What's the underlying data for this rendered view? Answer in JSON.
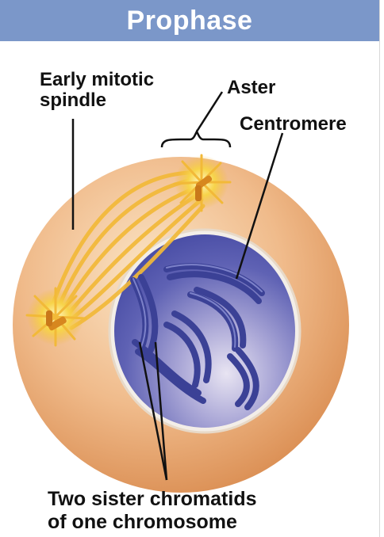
{
  "header": {
    "title": "Prophase"
  },
  "labels": {
    "early_mitotic_spindle_line1": "Early mitotic",
    "early_mitotic_spindle_line2": "spindle",
    "aster": "Aster",
    "centromere": "Centromere",
    "chromatids_line1": "Two sister chromatids",
    "chromatids_line2": "of one chromosome"
  },
  "colors": {
    "header": "#7b97c9",
    "cell": "#e9a877",
    "nucleus": "#5a5fb0",
    "spindle": "#f2b938"
  }
}
